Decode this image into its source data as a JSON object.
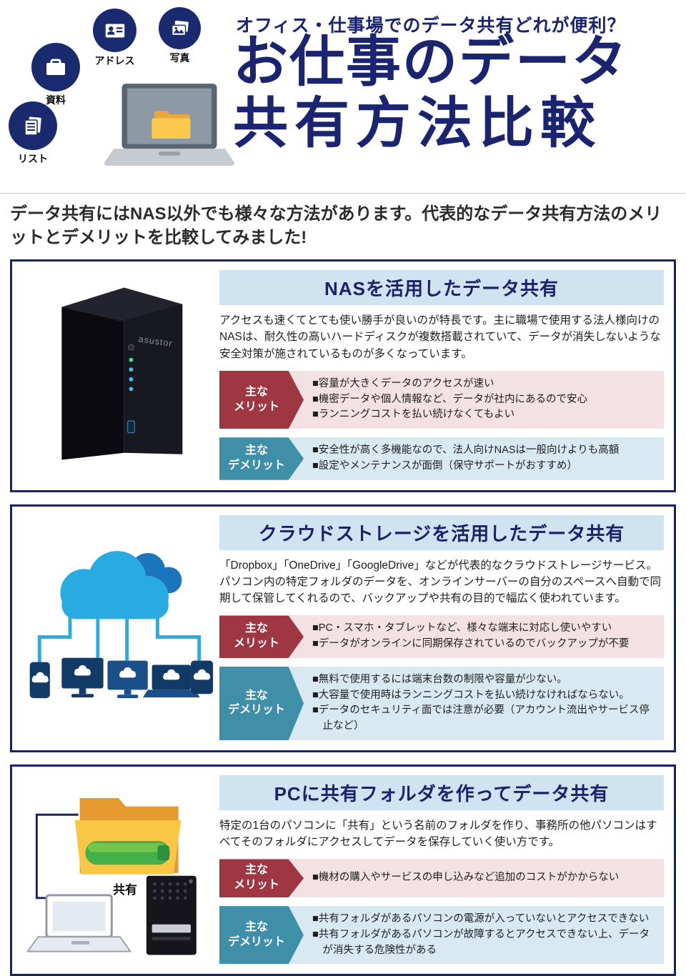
{
  "header": {
    "tagline": "オフィス・仕事場でのデータ共有どれが便利？",
    "title_line1": "お仕事のデータ",
    "title_line2": "共有方法比較",
    "bubbles": [
      {
        "label": "資料"
      },
      {
        "label": "アドレス"
      },
      {
        "label": "写真"
      },
      {
        "label": "リスト"
      }
    ]
  },
  "intro": "データ共有にはNAS以外でも様々な方法があります。代表的なデータ共有方法のメリットとデメリットを比較してみました!",
  "labels": {
    "merit_top": "主な",
    "merit_bottom": "メリット",
    "demerit_top": "主な",
    "demerit_bottom": "デメリット"
  },
  "nas_logo": "asustor",
  "sections": [
    {
      "title": "NASを活用したデータ共有",
      "body": "アクセスも速くてとても使い勝手が良いのが特長です。主に職場で使用する法人様向けのNASは、耐久性の高いハードディスクが複数搭載されていて、データが消失しないような安全対策が施されているものが多くなっています。",
      "merits": [
        "■容量が大きくデータのアクセスが速い",
        "■機密データや個人情報など、データが社内にあるので安心",
        "■ランニングコストを払い続けなくてもよい"
      ],
      "demerits": [
        "■安全性が高く多機能なので、法人向けNASは一般向けよりも高額",
        "■設定やメンテナンスが面倒（保守サポートがおすすめ）"
      ]
    },
    {
      "title": "クラウドストレージを活用したデータ共有",
      "body": "「Dropbox」「OneDrive」「GoogleDrive」などが代表的なクラウドストレージサービス。パソコン内の特定フォルダのデータを、オンラインサーバーの自分のスペースへ自動で同期して保管してくれるので、バックアップや共有の目的で幅広く使われています。",
      "merits": [
        "■PC・スマホ・タブレットなど、様々な端末に対応し使いやすい",
        "■データがオンラインに同期保存されているのでバックアップが不要"
      ],
      "demerits": [
        "■無料で使用するには端末台数の制限や容量が少ない。",
        "■大容量で使用時はランニングコストを払い続けなければならない。",
        "■データのセキュリティ面では注意が必要（アカウント流出やサービス停止など）"
      ]
    },
    {
      "title": "PCに共有フォルダを作ってデータ共有",
      "body": "特定の1台のパソコンに「共有」という名前のフォルダを作り、事務所の他パソコンはすべてそのフォルダにアクセスしてデータを保存していく使い方です。",
      "folder_label": "共有",
      "merits": [
        "■機材の購入やサービスの申し込みなど追加のコストがかからない"
      ],
      "demerits": [
        "■共有フォルダがあるパソコンの電源が入っていないとアクセスできない",
        "■共有フォルダがあるパソコンが故障するとアクセスできない上、データが消失する危険性がある"
      ]
    }
  ],
  "colors": {
    "navy": "#1a2368",
    "title_navy": "#1a2470",
    "merit_red": "#9e3741",
    "demerit_teal": "#3f8fa8",
    "merit_bg": "#f4e1e4",
    "demerit_bg": "#d9e9f2",
    "section_header_bg": "#cfe3f1",
    "cloud_light": "#29abe2",
    "cloud_dark": "#1b75bc",
    "folder_yellow": "#f9c646"
  }
}
